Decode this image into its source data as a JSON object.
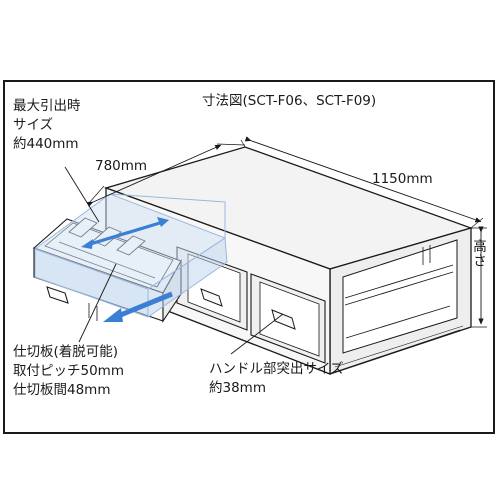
{
  "title": "寸法図(SCT-F06、SCT-F09)",
  "dimensions": {
    "depth": "780mm",
    "width": "1150mm",
    "height": "高さ"
  },
  "labels": {
    "max_draw": [
      "最大引出時",
      "サイズ",
      "約440mm"
    ],
    "divider": [
      "仕切板(着脱可能)",
      "取付ピッチ50mm",
      "仕切板間48mm"
    ],
    "handle": [
      "ハンドル部突出サイズ",
      "約38mm"
    ]
  },
  "colors": {
    "line": "#1a1a1a",
    "body": "#f2f2f2",
    "highlight": "#cfe0f2",
    "arrow": "#3b7fd4"
  }
}
